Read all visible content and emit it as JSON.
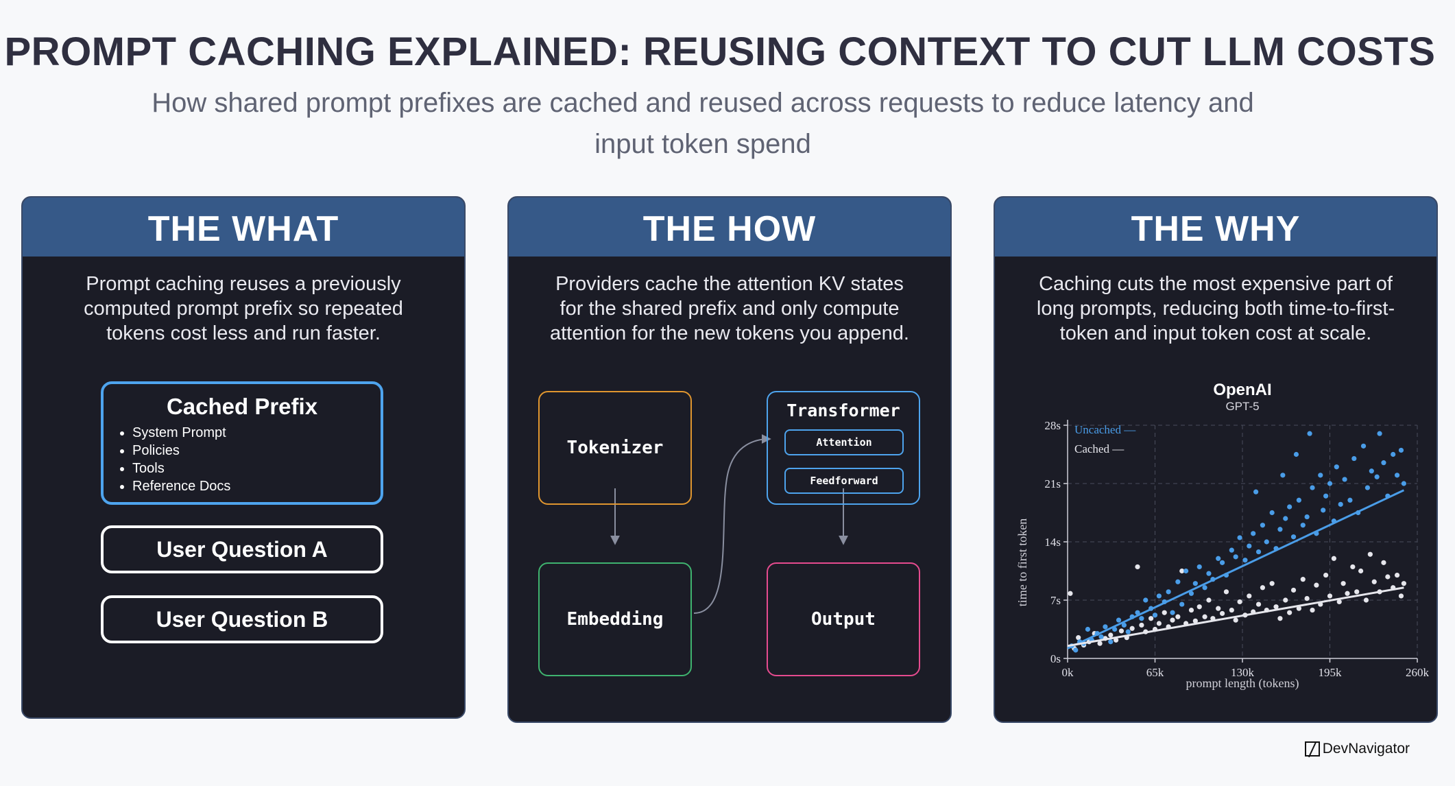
{
  "header": {
    "title": "PROMPT CACHING EXPLAINED: REUSING CONTEXT TO CUT LLM COSTS",
    "subtitle": "How shared prompt prefixes are cached and reused across requests to reduce latency and input token spend"
  },
  "what": {
    "heading": "THE WHAT",
    "text": "Prompt caching reuses a previously computed prompt prefix so repeated tokens cost less and run faster.",
    "prefix_title": "Cached Prefix",
    "prefix_items": [
      "System Prompt",
      "Policies",
      "Tools",
      "Reference Docs"
    ],
    "question_a": "User Question A",
    "question_b": "User Question B"
  },
  "how": {
    "heading": "THE HOW",
    "text": "Providers cache the attention KV states for the shared prefix and only compute attention for the new tokens you append.",
    "tokenizer": "Tokenizer",
    "embedding": "Embedding",
    "transformer": "Transformer",
    "attention": "Attention",
    "feedforward": "Feedforward",
    "output": "Output",
    "colors": {
      "tokenizer": "#e0962f",
      "embedding": "#3fb36f",
      "transformer": "#4ea4ee",
      "output": "#e64b8f"
    }
  },
  "why": {
    "heading": "THE WHY",
    "text": "Caching cuts the most expensive part of long prompts, reducing both time-to-first-token and input token cost at scale."
  },
  "chart_data": {
    "type": "scatter",
    "title": "OpenAI",
    "subtitle": "GPT-5",
    "xlabel": "prompt length (tokens)",
    "ylabel": "time to first token",
    "xlim": [
      0,
      260000
    ],
    "ylim": [
      0,
      28
    ],
    "x_ticks": [
      0,
      65000,
      130000,
      195000,
      260000
    ],
    "x_tick_labels": [
      "0k",
      "65k",
      "130k",
      "195k",
      "260k"
    ],
    "y_ticks": [
      0,
      7,
      14,
      21,
      28
    ],
    "y_tick_labels": [
      "0s",
      "7s",
      "14s",
      "21s",
      "28s"
    ],
    "grid": true,
    "legend_position": "top-left",
    "series": [
      {
        "name": "Uncached",
        "color": "#4a9de8",
        "trend": [
          [
            0,
            1.2
          ],
          [
            250000,
            20.2
          ]
        ],
        "points": [
          [
            3000,
            1.5
          ],
          [
            6000,
            1.0
          ],
          [
            9000,
            2.0
          ],
          [
            12000,
            1.8
          ],
          [
            15000,
            3.5
          ],
          [
            18000,
            2.2
          ],
          [
            22000,
            3.0
          ],
          [
            25000,
            2.6
          ],
          [
            28000,
            3.8
          ],
          [
            32000,
            2.0
          ],
          [
            35000,
            3.5
          ],
          [
            38000,
            4.6
          ],
          [
            42000,
            4.0
          ],
          [
            45000,
            3.2
          ],
          [
            48000,
            5.0
          ],
          [
            52000,
            5.5
          ],
          [
            55000,
            4.8
          ],
          [
            58000,
            7.0
          ],
          [
            62000,
            6.0
          ],
          [
            65000,
            5.2
          ],
          [
            68000,
            7.5
          ],
          [
            72000,
            6.8
          ],
          [
            75000,
            8.0
          ],
          [
            78000,
            5.5
          ],
          [
            82000,
            9.2
          ],
          [
            85000,
            6.5
          ],
          [
            88000,
            10.5
          ],
          [
            92000,
            7.8
          ],
          [
            95000,
            9.0
          ],
          [
            98000,
            11.0
          ],
          [
            102000,
            8.5
          ],
          [
            105000,
            10.2
          ],
          [
            108000,
            9.5
          ],
          [
            112000,
            12.0
          ],
          [
            115000,
            11.5
          ],
          [
            118000,
            10.0
          ],
          [
            122000,
            13.0
          ],
          [
            125000,
            12.2
          ],
          [
            128000,
            14.5
          ],
          [
            132000,
            11.8
          ],
          [
            135000,
            13.5
          ],
          [
            138000,
            15.0
          ],
          [
            140000,
            20.0
          ],
          [
            142000,
            12.8
          ],
          [
            145000,
            16.0
          ],
          [
            148000,
            14.0
          ],
          [
            152000,
            17.5
          ],
          [
            155000,
            13.2
          ],
          [
            158000,
            15.5
          ],
          [
            160000,
            22.0
          ],
          [
            162000,
            16.8
          ],
          [
            165000,
            18.2
          ],
          [
            168000,
            14.6
          ],
          [
            170000,
            24.5
          ],
          [
            172000,
            19.0
          ],
          [
            175000,
            16.0
          ],
          [
            178000,
            17.0
          ],
          [
            180000,
            27.0
          ],
          [
            182000,
            20.5
          ],
          [
            185000,
            15.0
          ],
          [
            188000,
            22.0
          ],
          [
            190000,
            17.8
          ],
          [
            192000,
            19.5
          ],
          [
            195000,
            21.0
          ],
          [
            198000,
            16.5
          ],
          [
            200000,
            23.0
          ],
          [
            203000,
            18.5
          ],
          [
            206000,
            21.5
          ],
          [
            210000,
            19.0
          ],
          [
            213000,
            24.0
          ],
          [
            216000,
            17.5
          ],
          [
            220000,
            25.5
          ],
          [
            223000,
            20.5
          ],
          [
            226000,
            22.5
          ],
          [
            230000,
            21.8
          ],
          [
            232000,
            27.0
          ],
          [
            235000,
            23.5
          ],
          [
            238000,
            19.5
          ],
          [
            242000,
            24.5
          ],
          [
            245000,
            22.0
          ],
          [
            248000,
            25.0
          ],
          [
            250000,
            21.0
          ]
        ]
      },
      {
        "name": "Cached",
        "color": "#e6e6ec",
        "trend": [
          [
            0,
            1.5
          ],
          [
            250000,
            8.5
          ]
        ],
        "points": [
          [
            2000,
            7.8
          ],
          [
            5000,
            1.2
          ],
          [
            8000,
            2.5
          ],
          [
            12000,
            1.6
          ],
          [
            16000,
            2.0
          ],
          [
            20000,
            3.0
          ],
          [
            24000,
            1.8
          ],
          [
            28000,
            2.4
          ],
          [
            32000,
            2.8
          ],
          [
            36000,
            2.2
          ],
          [
            40000,
            3.3
          ],
          [
            44000,
            2.5
          ],
          [
            48000,
            3.6
          ],
          [
            52000,
            11.0
          ],
          [
            55000,
            4.0
          ],
          [
            58000,
            3.2
          ],
          [
            62000,
            4.8
          ],
          [
            65000,
            3.5
          ],
          [
            68000,
            4.2
          ],
          [
            72000,
            5.5
          ],
          [
            75000,
            3.8
          ],
          [
            78000,
            4.6
          ],
          [
            82000,
            5.0
          ],
          [
            85000,
            10.5
          ],
          [
            88000,
            4.2
          ],
          [
            92000,
            5.8
          ],
          [
            95000,
            4.5
          ],
          [
            98000,
            6.2
          ],
          [
            102000,
            5.0
          ],
          [
            105000,
            7.0
          ],
          [
            108000,
            4.8
          ],
          [
            112000,
            6.0
          ],
          [
            115000,
            5.4
          ],
          [
            118000,
            8.0
          ],
          [
            122000,
            5.8
          ],
          [
            125000,
            4.6
          ],
          [
            128000,
            6.8
          ],
          [
            132000,
            5.2
          ],
          [
            135000,
            7.5
          ],
          [
            138000,
            5.6
          ],
          [
            142000,
            6.5
          ],
          [
            145000,
            8.5
          ],
          [
            148000,
            5.8
          ],
          [
            152000,
            9.0
          ],
          [
            155000,
            6.2
          ],
          [
            158000,
            4.8
          ],
          [
            162000,
            7.0
          ],
          [
            165000,
            5.5
          ],
          [
            168000,
            8.2
          ],
          [
            172000,
            6.0
          ],
          [
            175000,
            9.5
          ],
          [
            178000,
            7.2
          ],
          [
            182000,
            5.8
          ],
          [
            185000,
            8.8
          ],
          [
            188000,
            6.5
          ],
          [
            192000,
            10.0
          ],
          [
            195000,
            7.5
          ],
          [
            198000,
            12.0
          ],
          [
            202000,
            6.8
          ],
          [
            205000,
            9.0
          ],
          [
            208000,
            7.8
          ],
          [
            212000,
            11.0
          ],
          [
            215000,
            8.0
          ],
          [
            218000,
            10.5
          ],
          [
            222000,
            7.0
          ],
          [
            225000,
            12.5
          ],
          [
            228000,
            9.2
          ],
          [
            232000,
            8.0
          ],
          [
            235000,
            11.5
          ],
          [
            238000,
            9.8
          ],
          [
            242000,
            8.5
          ],
          [
            245000,
            10.0
          ],
          [
            248000,
            7.5
          ],
          [
            250000,
            9.0
          ]
        ]
      }
    ]
  },
  "brand": {
    "name": "DevNavigator"
  }
}
